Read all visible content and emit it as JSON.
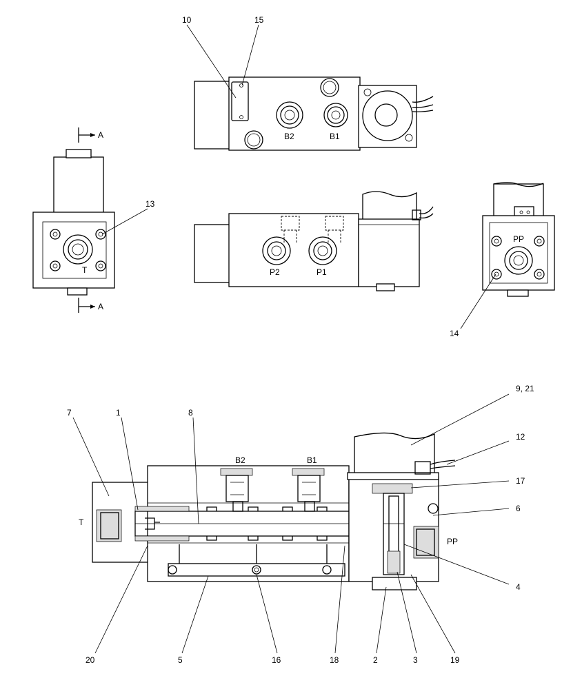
{
  "callouts": {
    "c1": "1",
    "c2": "2",
    "c3": "3",
    "c4": "4",
    "c5": "5",
    "c6": "6",
    "c7": "7",
    "c8": "8",
    "c9_21": "9, 21",
    "c10": "10",
    "c12": "12",
    "c13": "13",
    "c14": "14",
    "c15": "15",
    "c16": "16",
    "c17": "17",
    "c18": "18",
    "c19": "19",
    "c20": "20"
  },
  "ports": {
    "b1": "B1",
    "b2": "B2",
    "p1": "P1",
    "p2": "P2",
    "t": "T",
    "pp": "PP"
  },
  "section": {
    "mark": "A"
  }
}
